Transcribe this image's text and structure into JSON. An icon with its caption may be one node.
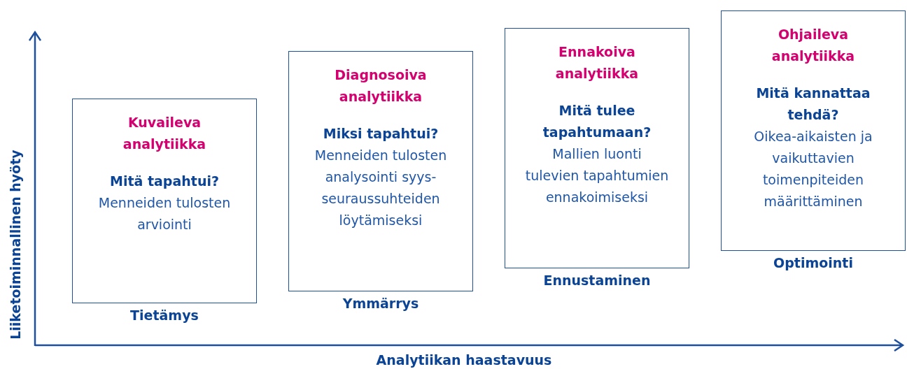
{
  "diagram": {
    "nodes": [
      {
        "text": [
          "Kuvaileva analytiikka",
          "Mitä tapahtui?",
          "Menneiden tulosten arviointi"
        ],
        "beside": [
          "Tietämys"
        ]
      },
      {
        "text": [
          "Diagnosoiva analytiikka",
          "Miksi tapahtui?",
          "Menneiden tulosten analysointi syys-seuraussuhteiden löytämiseksi"
        ],
        "beside": [
          "Ymmärrys"
        ]
      },
      {
        "text": [
          "Ennakoiva analytiikka",
          "Mitä tulee tapahtumaan?",
          "Mallien luonti tulevien tapahtumien ennakoimiseksi"
        ],
        "beside": [
          "Ennustaminen"
        ]
      },
      {
        "text": [
          "Ohjaileva analytiikka",
          "Mitä kannattaa tehdä?",
          "Oikea-aikaisten ja vaikuttavien toimenpiteiden määrittäminen"
        ],
        "beside": [
          "Optimointi"
        ]
      }
    ],
    "labels": [
      "Liiketoiminnallinen hyöty",
      "Analytiikan haastavuus"
    ]
  }
}
